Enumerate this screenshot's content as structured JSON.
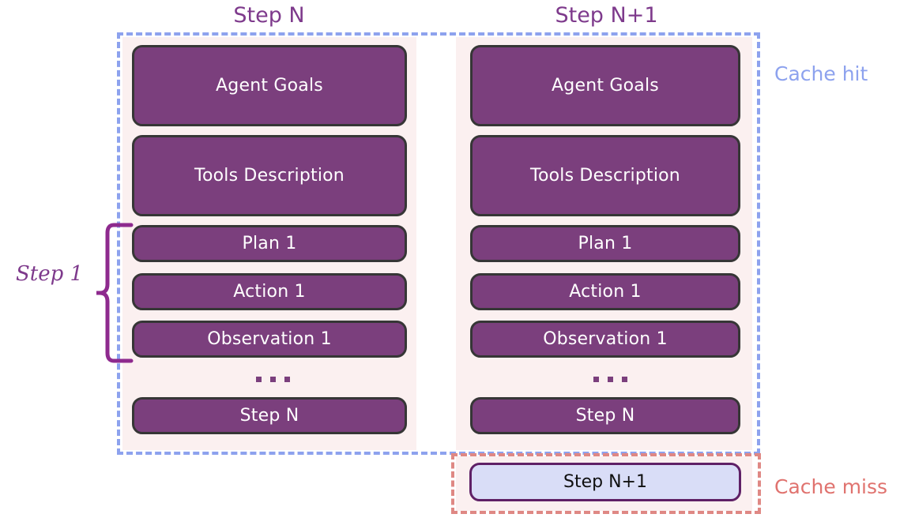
{
  "diagram": {
    "title_left": "Step N",
    "title_right": "Step N+1",
    "colors": {
      "box_fill": "#7b3f7d",
      "box_border": "#363636",
      "box_text": "#ffffff",
      "column_bg": "#fbf0f0",
      "cache_hit": "#8da2ee",
      "cache_miss": "#e0736f",
      "header_text": "#7e3a8c",
      "next_box_fill": "#d9ddf7",
      "next_box_border": "#5f2066",
      "next_box_text": "#101010",
      "page_bg": "#ffffff"
    }
  },
  "columns": {
    "left": {
      "header": "Step N",
      "boxes": [
        {
          "label": "Agent Goals",
          "size": "tall"
        },
        {
          "label": "Tools Description",
          "size": "tall"
        },
        {
          "label": "Plan 1",
          "size": "short"
        },
        {
          "label": "Action 1",
          "size": "short"
        },
        {
          "label": "Observation 1",
          "size": "short"
        },
        {
          "label": "Step N",
          "size": "short"
        }
      ],
      "ellipsis": "..."
    },
    "right": {
      "header": "Step N+1",
      "boxes": [
        {
          "label": "Agent Goals",
          "size": "tall"
        },
        {
          "label": "Tools Description",
          "size": "tall"
        },
        {
          "label": "Plan 1",
          "size": "short"
        },
        {
          "label": "Action 1",
          "size": "short"
        },
        {
          "label": "Observation 1",
          "size": "short"
        },
        {
          "label": "Step N",
          "size": "short"
        }
      ],
      "ellipsis": "...",
      "appended_box": {
        "label": "Step N+1"
      }
    }
  },
  "annotations": {
    "cache_hit": "Cache hit",
    "cache_miss": "Cache miss",
    "step_brace": "Step 1"
  }
}
